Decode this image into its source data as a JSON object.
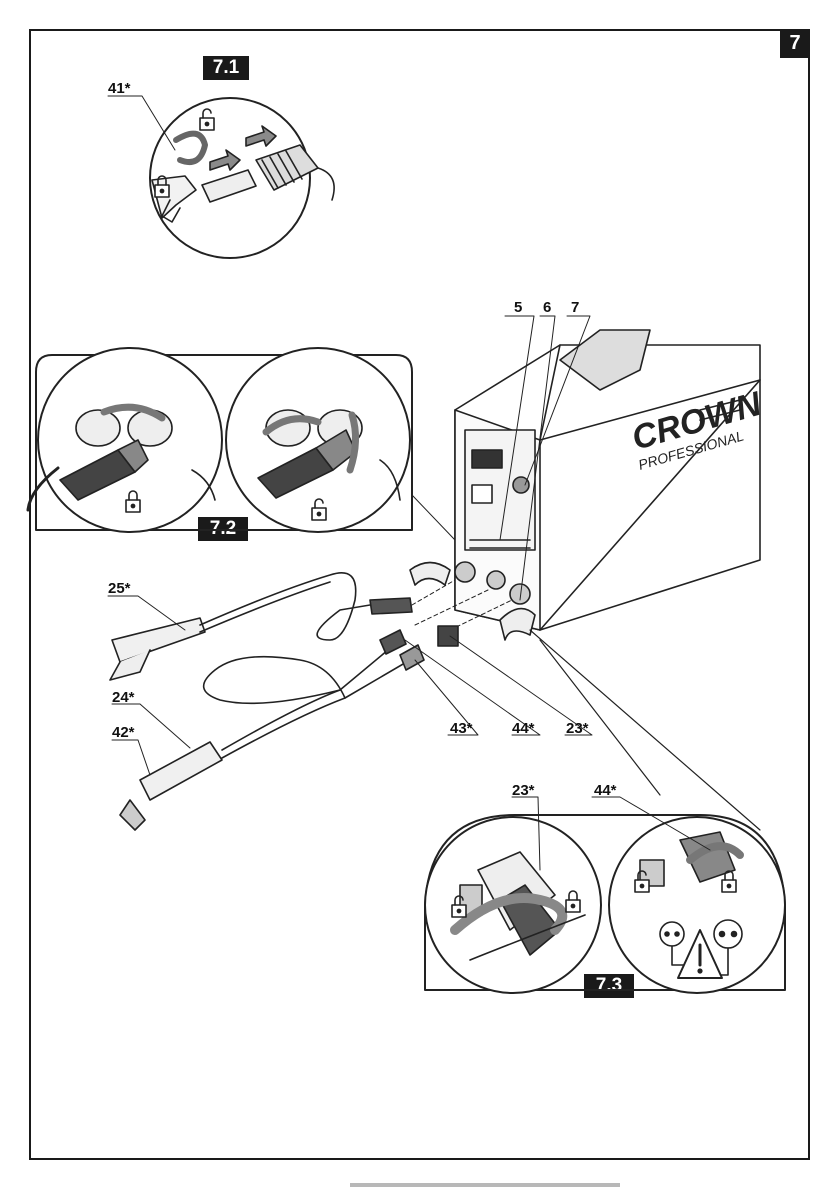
{
  "page": {
    "number": "7"
  },
  "steps": {
    "s1": "7.1",
    "s2": "7.2",
    "s3": "7.3"
  },
  "brand": {
    "name": "CROWN",
    "tagline": "PROFESSIONAL"
  },
  "callouts": {
    "c41": "41*",
    "c5": "5",
    "c6": "6",
    "c7": "7",
    "c25": "25*",
    "c24": "24*",
    "c42": "42*",
    "c43": "43*",
    "c44": "44*",
    "c23": "23*",
    "c23b": "23*",
    "c44b": "44*"
  },
  "icons": [
    "lock-icon",
    "unlock-icon",
    "warning-icon",
    "arrow-icon"
  ]
}
